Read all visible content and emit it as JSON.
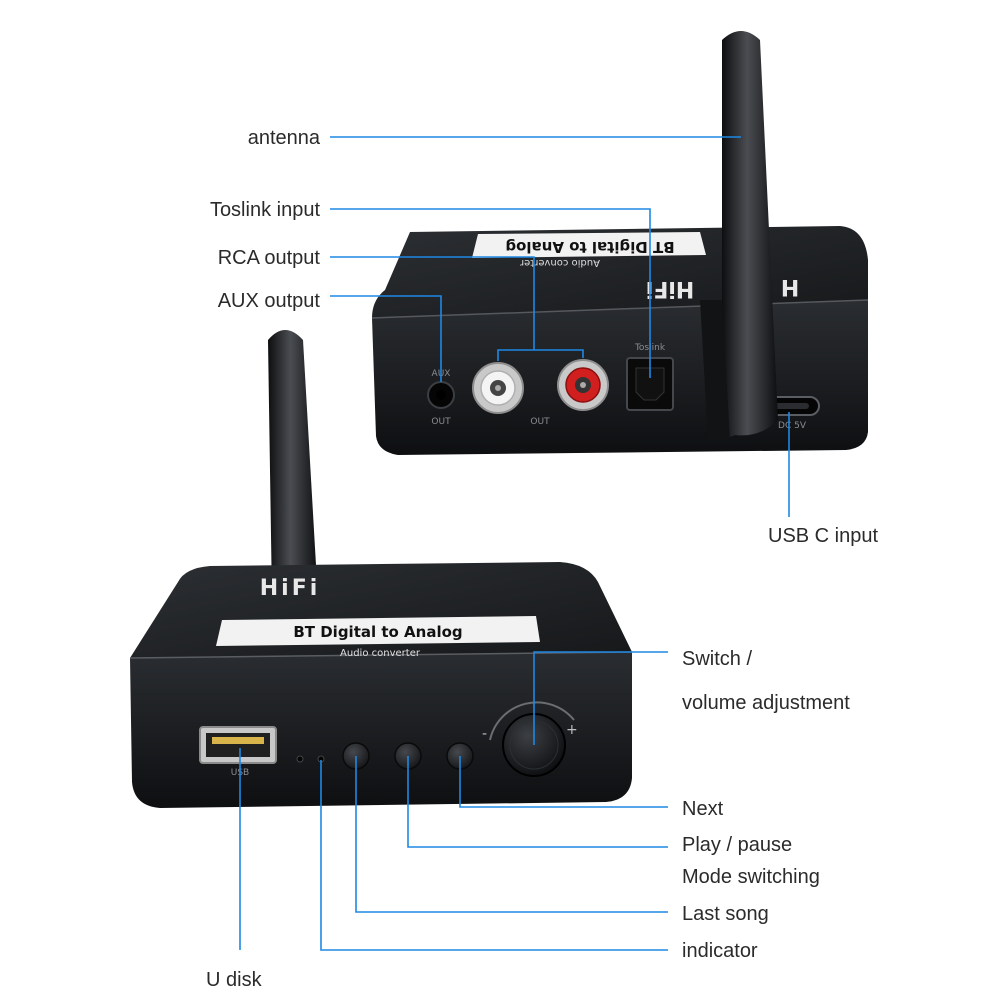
{
  "labels": {
    "antenna": "antenna",
    "toslink_input": "Toslink input",
    "rca_output": "RCA output",
    "aux_output": "AUX output",
    "usb_c_input": "USB C input",
    "switch_line1": "Switch /",
    "switch_line2": "volume adjustment",
    "next": "Next",
    "play_pause": "Play / pause",
    "mode_switching": "Mode switching",
    "last_song": "Last song",
    "indicator": "indicator",
    "u_disk": "U disk"
  },
  "device": {
    "brand": "HiFi",
    "title": "BT Digital to Analog",
    "subtitle": "Audio converter",
    "usb_port_label": "USB",
    "aux_port_label_top": "AUX",
    "aux_port_label_bottom": "OUT",
    "rca_port_label": "OUT",
    "toslink_port_label": "Toslink",
    "dc_port_label": "DC 5V",
    "volume_minus": "-",
    "volume_plus": "+"
  },
  "colors": {
    "leader_line": "#1e88e5",
    "label_text": "#2b2b2b",
    "device_body": "#1d1f22",
    "rca_red": "#d11f1f",
    "rca_white": "#e6e6e6"
  }
}
